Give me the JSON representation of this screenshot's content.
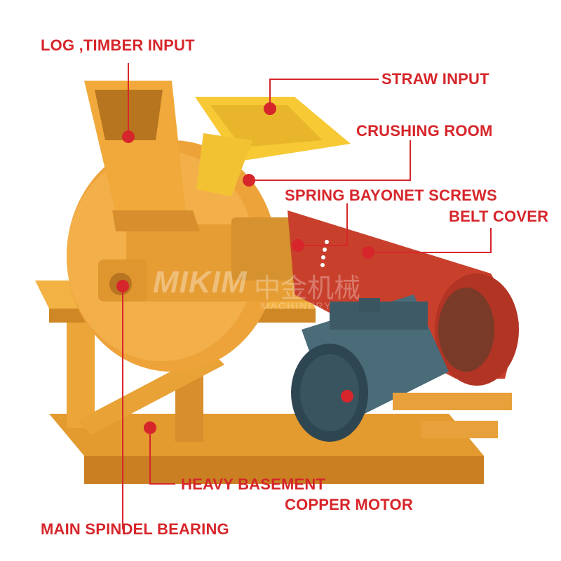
{
  "labels": {
    "log_timber_input": "LOG ,TIMBER INPUT",
    "straw_input": "STRAW INPUT",
    "crushing_room": "CRUSHING ROOM",
    "spring_bayonet_screws": "SPRING BAYONET SCREWS",
    "belt_cover": "BELT COVER",
    "heavy_basement": "HEAVY BASEMENT",
    "copper_motor": "COPPER MOTOR",
    "main_spindel_bearing": "MAIN SPINDEL BEARING"
  },
  "watermark": {
    "brand": "MIKIM",
    "chinese": "中金机械",
    "sub": "MACHINERY"
  },
  "colors": {
    "label_text": "#d6262b",
    "callout_line": "#d6262b",
    "machine_body": "#f0a93a",
    "hopper_yellow": "#f5c531",
    "belt_cover": "#c8402c",
    "motor": "#3e5a66"
  }
}
